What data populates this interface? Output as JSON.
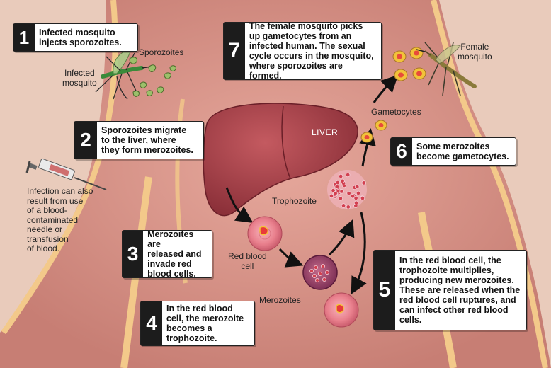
{
  "steps": [
    {
      "number": "1",
      "text": "Infected mosquito\ninjects sporozoites."
    },
    {
      "number": "2",
      "text": "Sporozoites migrate\nto the liver, where\nthey form merozoites."
    },
    {
      "number": "3",
      "text": "Merozoites are\nreleased and\ninvade red\nblood cells."
    },
    {
      "number": "4",
      "text": "In the red blood\ncell, the merozoite\nbecomes a\ntrophozoite."
    },
    {
      "number": "5",
      "text": "In the red blood cell, the\ntrophozoite multiplies,\nproducing new merozoites.\nThese are released when the\nred blood cell ruptures, and\ncan infect other red blood\ncells."
    },
    {
      "number": "6",
      "text": "Some merozoites\nbecome gametocytes."
    },
    {
      "number": "7",
      "text": "The female mosquito picks\nup gametocytes from an\ninfected human. The sexual\ncycle occurs in the mosquito,\nwhere sporozoites are formed."
    }
  ],
  "labels": {
    "sporozoites": "Sporozoites",
    "infected_mosquito": "Infected\nmosquito",
    "female_mosquito": "Female\nmosquito",
    "gametocytes": "Gametocytes",
    "liver": "LIVER",
    "trophozoite": "Trophozoite",
    "red_blood_cell": "Red blood\ncell",
    "merozoites": "Merozoites",
    "needle_note": "Infection can also\nresult from use\nof a blood-\ncontaminated\nneedle or\ntransfusion\nof blood."
  },
  "colors": {
    "body_fill": "#d99a8e",
    "background": "#e8c9b8",
    "edge_band": "#f3c98a",
    "liver": "#a8424a",
    "rbc": "#e7808c",
    "merozoite": "#d24050",
    "gametocyte": "#f2c23a",
    "mosquito_body": "#3a8a3a",
    "sporozoite": "#9cbf6a"
  }
}
